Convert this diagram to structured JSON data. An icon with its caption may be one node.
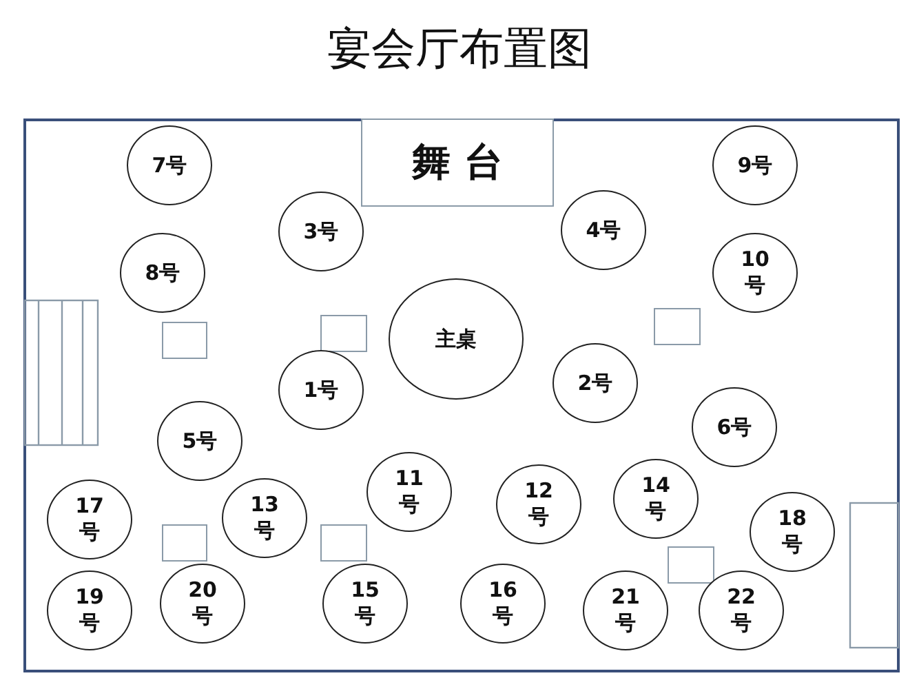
{
  "diagram": {
    "title": "宴会厅布置图",
    "nodes": [
      {
        "text": [
          "舞 台"
        ]
      },
      {
        "text": [
          "7号"
        ]
      },
      {
        "text": [
          "9号"
        ]
      },
      {
        "text": [
          "3号"
        ]
      },
      {
        "text": [
          "4号"
        ]
      },
      {
        "text": [
          "8号"
        ]
      },
      {
        "text": [
          "10号"
        ]
      },
      {
        "text": [
          "主桌"
        ]
      },
      {
        "text": [
          "2号"
        ]
      },
      {
        "text": [
          "1号"
        ]
      },
      {
        "text": [
          "6号"
        ]
      },
      {
        "text": [
          "5号"
        ]
      },
      {
        "text": [
          "11号"
        ]
      },
      {
        "text": [
          "14号"
        ]
      },
      {
        "text": [
          "12号"
        ]
      },
      {
        "text": [
          "13号"
        ]
      },
      {
        "text": [
          "17号"
        ]
      },
      {
        "text": [
          "18号"
        ]
      },
      {
        "text": [
          "20号"
        ]
      },
      {
        "text": [
          "15号"
        ]
      },
      {
        "text": [
          "16号"
        ]
      },
      {
        "text": [
          "19号"
        ]
      },
      {
        "text": [
          "21号"
        ]
      },
      {
        "text": [
          "22号"
        ]
      }
    ]
  }
}
